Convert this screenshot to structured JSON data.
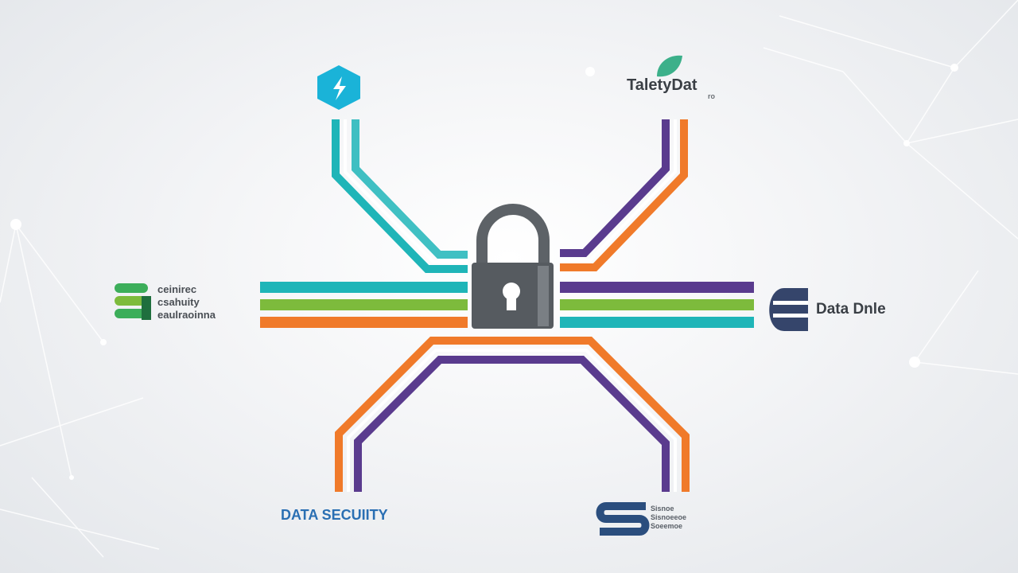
{
  "colors": {
    "teal": "#1fb5b8",
    "green": "#7dbb3c",
    "orange": "#f07a2a",
    "purple": "#5a3b8e",
    "lock": "#565b60",
    "navy": "#2b4e7e",
    "blue_text": "#2a6fb3",
    "cyan_hex": "#1ab3d8"
  },
  "nodes": {
    "top_right": {
      "title": "TaletyDat",
      "sub": "ro"
    },
    "left": {
      "lines": [
        "ceinirec",
        "csahuity",
        "eaulraoinna"
      ]
    },
    "right": {
      "label": "Data Dnle"
    },
    "bottom_left": {
      "label": "DATA SECUIITY"
    },
    "bottom_right": {
      "lines": [
        "Sisnoe",
        "Sisnoeeoe",
        "Soeemoe"
      ]
    }
  },
  "icons": {
    "top_left": "lightning-hexagon-icon",
    "top_right": "leaf-icon",
    "left": "stacked-database-icon",
    "right": "database-icon",
    "bottom_right": "s-logo-icon",
    "center": "padlock-icon"
  }
}
